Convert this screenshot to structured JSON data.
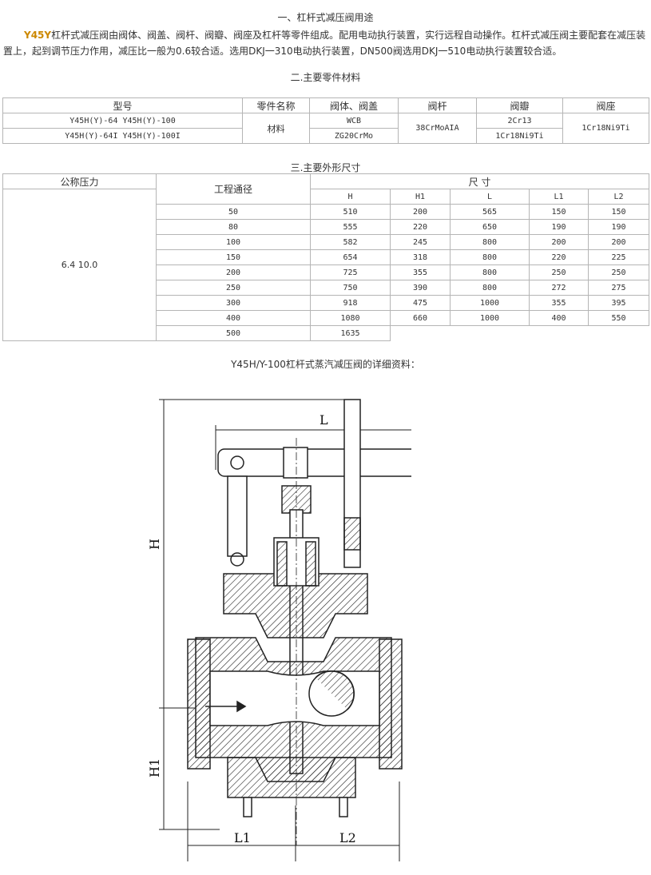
{
  "section1": {
    "title": "一、杠杆式减压阀用途",
    "brand": "Y45Y",
    "text": "杠杆式减压阀由阀体、阀盖、阀杆、阀瓣、阀座及杠杆等零件组成。配用电动执行装置，实行远程自动操作。杠杆式减压阀主要配套在减压装置上，起到调节压力作用，减压比一般为0.6较合适。选用DKJ一310电动执行装置，DN500阀选用DKJ一510电动执行装置较合适。"
  },
  "section2": {
    "title": "二.主要零件材料",
    "headers": [
      "型号",
      "零件名称",
      "阀体、阀盖",
      "阀杆",
      "阀瓣",
      "阀座"
    ],
    "model_1": "Y45H(Y)-64 Y45H(Y)-100",
    "model_2": "Y45H(Y)-64I Y45H(Y)-100I",
    "part_name": "材料",
    "body_1": "WCB",
    "body_2": "ZG20CrMo",
    "stem": "38CrMoAIA",
    "disc_1": "2Cr13",
    "disc_2": "1Cr18Ni9Ti",
    "seat": "1Cr18Ni9Ti"
  },
  "section3": {
    "title": "三.主要外形尺寸",
    "col_pressure": "公称压力",
    "col_dn": "工程通径",
    "col_size": "尺 寸",
    "sub_headers": [
      "H",
      "H1",
      "L",
      "L1",
      "L2"
    ],
    "pressure_value": "6.4 10.0",
    "rows": [
      [
        "50",
        "510",
        "200",
        "565",
        "150",
        "150"
      ],
      [
        "80",
        "555",
        "220",
        "650",
        "190",
        "190"
      ],
      [
        "100",
        "582",
        "245",
        "800",
        "200",
        "200"
      ],
      [
        "150",
        "654",
        "318",
        "800",
        "220",
        "225"
      ],
      [
        "200",
        "725",
        "355",
        "800",
        "250",
        "250"
      ],
      [
        "250",
        "750",
        "390",
        "800",
        "272",
        "275"
      ],
      [
        "300",
        "918",
        "475",
        "1000",
        "355",
        "395"
      ],
      [
        "400",
        "1080",
        "660",
        "1000",
        "400",
        "550"
      ],
      [
        "500",
        "1635"
      ]
    ]
  },
  "caption": "Y45H/Y-100杠杆式蒸汽减压阀的详细资料：",
  "drawing_labels": {
    "L": "L",
    "H": "H",
    "H1": "H1",
    "L1": "L1",
    "L2": "L2"
  }
}
